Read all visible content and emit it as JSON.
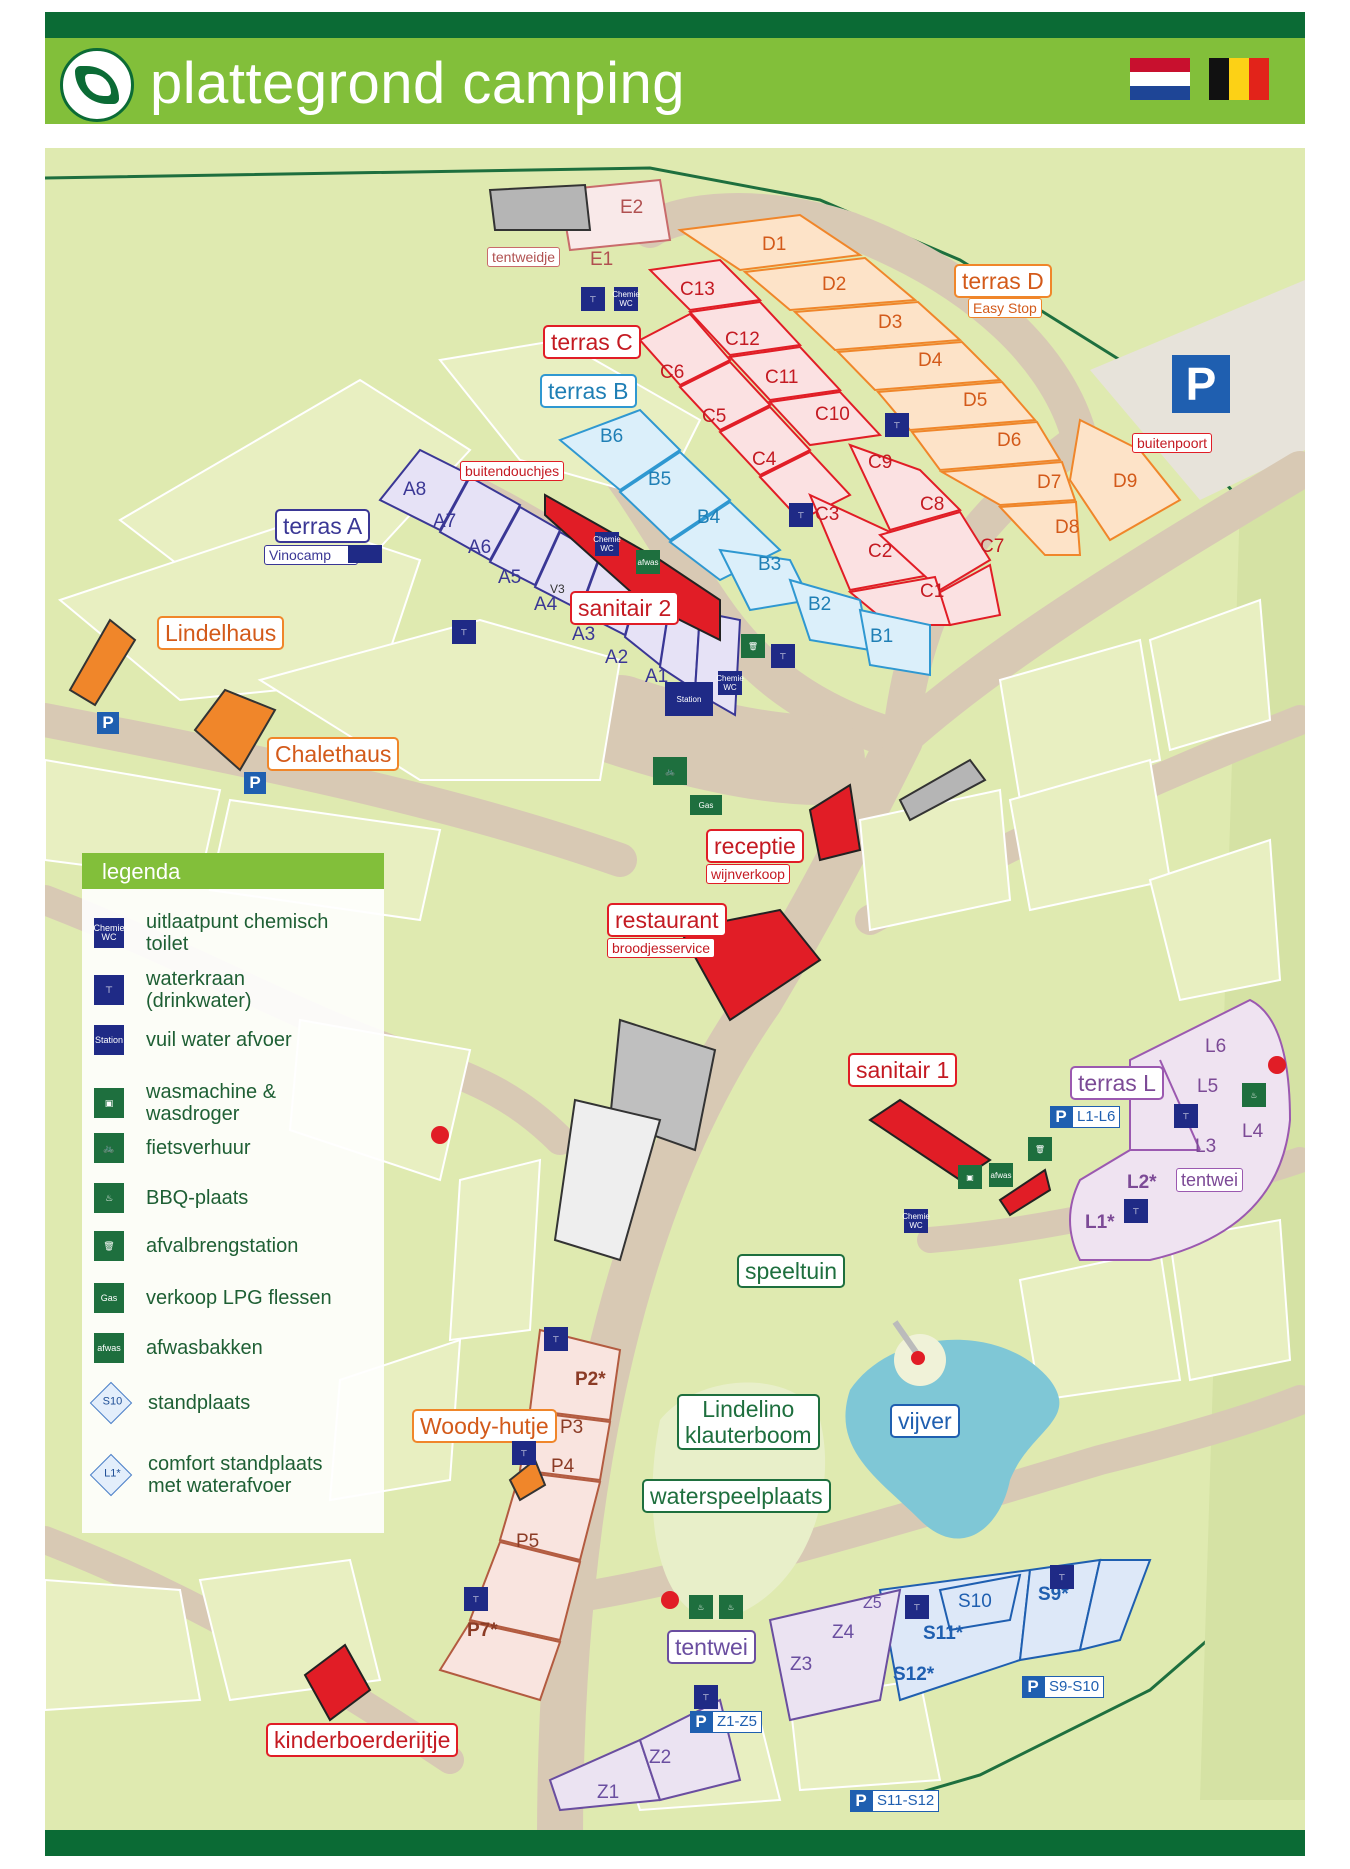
{
  "header": {
    "title": "plattegrond camping",
    "flags": [
      "netherlands-flag",
      "belgium-flag"
    ],
    "colors": {
      "green_bar": "#82bf3a",
      "dark_green": "#0b6b35"
    }
  },
  "legend": {
    "title": "legenda",
    "items": [
      {
        "icon": "chemical-toilet-icon",
        "icon_text": "Chemie WC",
        "label": "uitlaatpunt chemisch toilet"
      },
      {
        "icon": "water-tap-icon",
        "icon_text": "",
        "label": "waterkraan (drinkwater)"
      },
      {
        "icon": "waste-water-station-icon",
        "icon_text": "Station",
        "label": "vuil water afvoer"
      },
      {
        "icon": "washing-machine-icon",
        "icon_text": "",
        "label": "wasmachine & wasdroger"
      },
      {
        "icon": "bicycle-icon",
        "icon_text": "",
        "label": "fietsverhuur"
      },
      {
        "icon": "bbq-icon",
        "icon_text": "",
        "label": "BBQ-plaats"
      },
      {
        "icon": "waste-bin-icon",
        "icon_text": "",
        "label": "afvalbrengstation"
      },
      {
        "icon": "gas-icon",
        "icon_text": "Gas",
        "label": "verkoop LPG flessen"
      },
      {
        "icon": "dishwash-icon",
        "icon_text": "afwas",
        "label": "afwasbakken"
      },
      {
        "icon": "pitch-diamond-icon",
        "icon_text": "S10",
        "label": "standplaats"
      },
      {
        "icon": "comfort-pitch-diamond-icon",
        "icon_text": "L1*",
        "label": "comfort standplaats met waterafvoer"
      }
    ]
  },
  "map_labels": {
    "terras_a": "terras A",
    "vinocamp": "Vinocamp",
    "terras_b": "terras B",
    "terras_c": "terras C",
    "terras_d": "terras D",
    "easy_stop": "Easy Stop",
    "terras_l": "terras L",
    "lindelhaus": "Lindelhaus",
    "chalethaus": "Chalethaus",
    "sanitair2": "sanitair 2",
    "sanitair1": "sanitair 1",
    "receptie": "receptie",
    "wijnverkoop": "wijnverkoop",
    "restaurant": "restaurant",
    "broodjesservice": "broodjesservice",
    "buitendouchjes": "buitendouchjes",
    "tentweidje": "tentweidje",
    "buitenpoort": "buitenpoort",
    "speeltuin": "speeltuin",
    "vijver": "vijver",
    "lindelino": "Lindelino\nklauterboom",
    "waterspeelplaats": "waterspeelplaats",
    "woody_hutje": "Woody-hutje",
    "tentwei": "tentwei",
    "tentwei_l": "tentwei",
    "kinderboerderijtje": "kinderboerderijtje",
    "v3": "V3",
    "station": "Station",
    "gas": "Gas",
    "chemie_wc": "Chemie WC",
    "afwas": "afwas",
    "parking_p": "P"
  },
  "parking_badges": [
    {
      "key": "p_l",
      "text": "L1-L6"
    },
    {
      "key": "p_z",
      "text": "Z1-Z5"
    },
    {
      "key": "p_s9",
      "text": "S9-S10"
    },
    {
      "key": "p_s11",
      "text": "S11-S12"
    }
  ],
  "pitches": {
    "A": [
      "A1",
      "A2",
      "A3",
      "A4",
      "A5",
      "A6",
      "A7",
      "A8"
    ],
    "B": [
      "B1",
      "B2",
      "B3",
      "B4",
      "B5",
      "B6"
    ],
    "C": [
      "C1",
      "C2",
      "C3",
      "C4",
      "C5",
      "C6",
      "C7",
      "C8",
      "C9",
      "C10",
      "C11",
      "C12",
      "C13"
    ],
    "D": [
      "D1",
      "D2",
      "D3",
      "D4",
      "D5",
      "D6",
      "D7",
      "D8",
      "D9"
    ],
    "E": [
      "E1",
      "E2"
    ],
    "L": [
      "L1*",
      "L2*",
      "L3",
      "L4",
      "L5",
      "L6"
    ],
    "P": [
      "P2*",
      "P3",
      "P4",
      "P5",
      "P7*"
    ],
    "S": [
      "S9*",
      "S10",
      "S11*",
      "S12*"
    ],
    "Z": [
      "Z1",
      "Z2",
      "Z3",
      "Z4",
      "Z5"
    ]
  },
  "colors": {
    "grass": "#dfeab0",
    "path": "#d8c9b4",
    "pitch_a": "#e6e2f6",
    "pitch_b": "#dbeffa",
    "pitch_c": "#fbe1e2",
    "pitch_d": "#fde3c8",
    "pitch_l": "#efe3f1",
    "pitch_p": "#f9e4df",
    "pitch_s": "#dde8f8",
    "pitch_z": "#ebe3f2",
    "red_building": "#e11d26",
    "orange_building": "#f0862a",
    "pond": "#7fc7d6"
  }
}
